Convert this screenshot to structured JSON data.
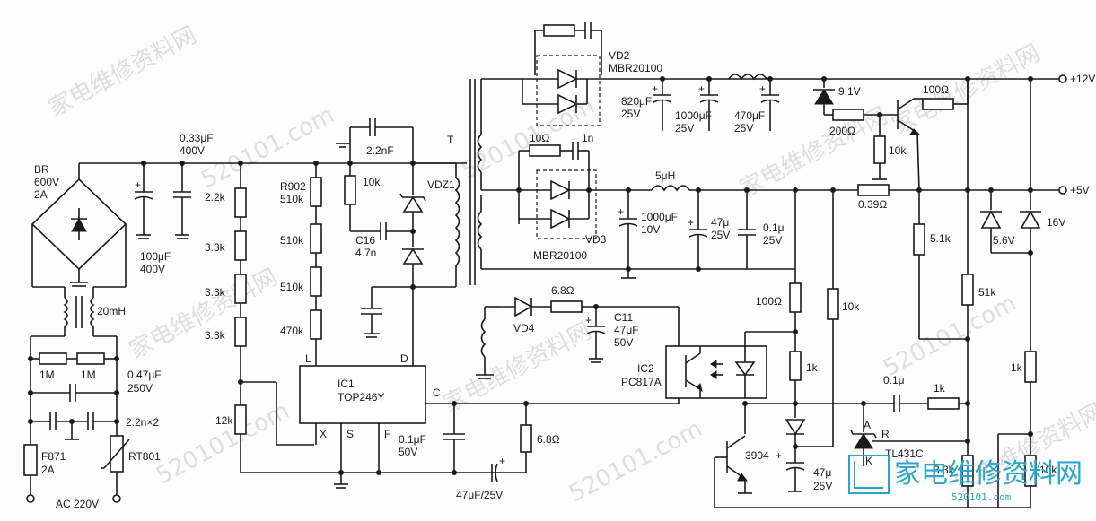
{
  "watermark": {
    "text_cn": "家电维修资料网",
    "text_url": "520101.com"
  },
  "logo": {
    "text": "家电维修资料网",
    "url": "520101.com"
  },
  "input": {
    "bridge": [
      "BR",
      "600V",
      "2A"
    ],
    "inductor": "20mH",
    "res_1m_a": "1M",
    "res_1m_b": "1M",
    "cap_047": [
      "0.47μF",
      "250V"
    ],
    "cap_22n": "2.2n×2",
    "fuse": [
      "F871",
      "2A"
    ],
    "thermistor": "RT801",
    "ac": "AC 220V"
  },
  "primary": {
    "cap_033": [
      "0.33μF",
      "400V"
    ],
    "cap_100": [
      "100μF",
      "400V"
    ],
    "r_22k": "2.2k",
    "r_33k_a": "3.3k",
    "r_33k_b": "3.3k",
    "r_33k_c": "3.3k",
    "r_12k": "12k",
    "r902": [
      "R902",
      "510k"
    ],
    "r_510k_a": "510k",
    "r_510k_b": "510k",
    "r_470k": "470k",
    "r_10k": "10k",
    "cap_22nf": "2.2nF",
    "c16": [
      "C16",
      "4.7n"
    ],
    "vdz1": "VDZ1",
    "transformer": "T",
    "ic1": [
      "IC1",
      "TOP246Y"
    ],
    "ic1_pins": {
      "L": "L",
      "D": "D",
      "X": "X",
      "S": "S",
      "F": "F",
      "C": "C"
    },
    "cap_01uf": [
      "0.1μF",
      "50V"
    ],
    "r_68": "6.8Ω",
    "cap_47uf": "47μF/25V"
  },
  "aux": {
    "vd4": "VD4",
    "r_68": "6.8Ω",
    "c11": [
      "C11",
      "47μF",
      "50V"
    ],
    "ic2": [
      "IC2",
      "PC817A"
    ]
  },
  "out12": {
    "vd2": [
      "VD2",
      "MBR20100"
    ],
    "cap_820": [
      "820μF",
      "25V"
    ],
    "cap_1000": [
      "1000μF",
      "25V"
    ],
    "cap_470": [
      "470μF",
      "25V"
    ],
    "zener": "9.1V",
    "r_200": "200Ω",
    "r_100": "100Ω",
    "r_10k": "10k",
    "label": "+12V"
  },
  "out5": {
    "r_10": "10Ω",
    "cap_1n": "1n",
    "vd3": [
      "VD3",
      "MBR20100"
    ],
    "inductor": "5μH",
    "cap_1000": [
      "1000μF",
      "10V"
    ],
    "cap_47": [
      "47μ",
      "25V"
    ],
    "cap_01": [
      "0.1μ",
      "25V"
    ],
    "r_039": "0.39Ω",
    "label": "+5V",
    "r_51k": "5.1k",
    "z56": "5.6V",
    "z16": "16V"
  },
  "feedback": {
    "r_100": "100Ω",
    "r_10k": "10k",
    "r_1k_a": "1k",
    "r_51k": "51k",
    "r_1k_b": "1k",
    "r_1k_c": "1k",
    "cap_01": "0.1μ",
    "q3904": "3904",
    "cap_47": [
      "47μ",
      "25V"
    ],
    "tl431": "TL431C",
    "tl_a": "A",
    "tl_r": "R",
    "tl_k": "K",
    "r_33k": "3.3k",
    "r_10k_b": "10k"
  }
}
